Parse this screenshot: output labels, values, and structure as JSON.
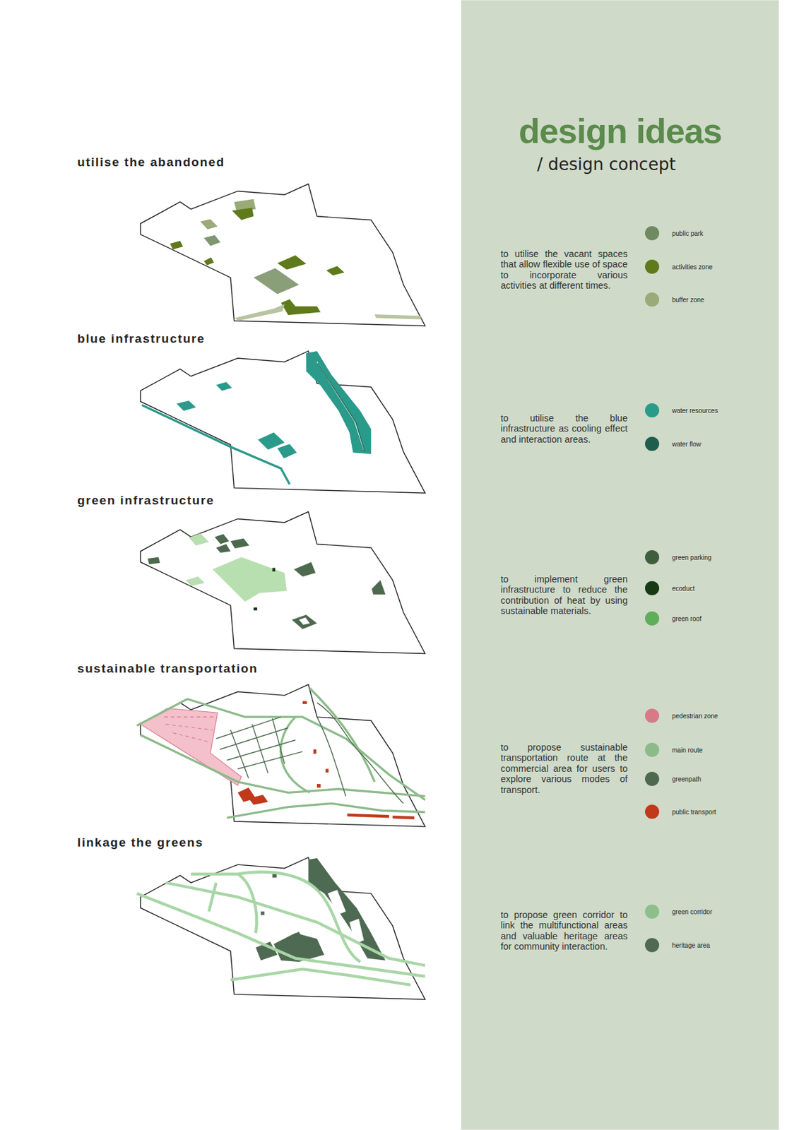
{
  "diagram": {
    "title": "design ideas",
    "caption": "/ design concept",
    "labels": [
      "utilise the abandoned",
      "to utilise the vacant spaces that allow flexible use of space to incorporate various activities at different times.",
      "blue infrastructure",
      "to utilise the blue infrastructure as cooling effect and interaction areas.",
      "green infrastructure",
      "to implement green infrastructure to reduce the contribution of heat by using sustainable materials.",
      "sustainable transportation",
      "to propose sustainable transportation route at the commercial area for users to explore various modes of transport.",
      "linkage the greens",
      "to propose green corridor to link the multifunctional areas and valuable heritage areas for community interaction."
    ],
    "legend": [
      {
        "text": "public park",
        "color": "#6e8a5e"
      },
      {
        "text": "activities zone",
        "color": "#5f7a1a"
      },
      {
        "text": "buffer zone",
        "color": "#9aaa78"
      },
      {
        "text": "water resources",
        "color": "#2a9a8a"
      },
      {
        "text": "water flow",
        "color": "#1f5e4c"
      },
      {
        "text": "green parking",
        "color": "#3f5e3c"
      },
      {
        "text": "ecoduct",
        "color": "#163a16"
      },
      {
        "text": "green roof",
        "color": "#5fae5a"
      },
      {
        "text": "pedestrian zone",
        "color": "#d77a88"
      },
      {
        "text": "main route",
        "color": "#8cbb8a"
      },
      {
        "text": "greenpath",
        "color": "#4e6a4e"
      },
      {
        "text": "public transport",
        "color": "#c0391a"
      },
      {
        "text": "green corridor",
        "color": "#8cbf8c"
      },
      {
        "text": "heritage area",
        "color": "#4f6a52"
      }
    ]
  }
}
